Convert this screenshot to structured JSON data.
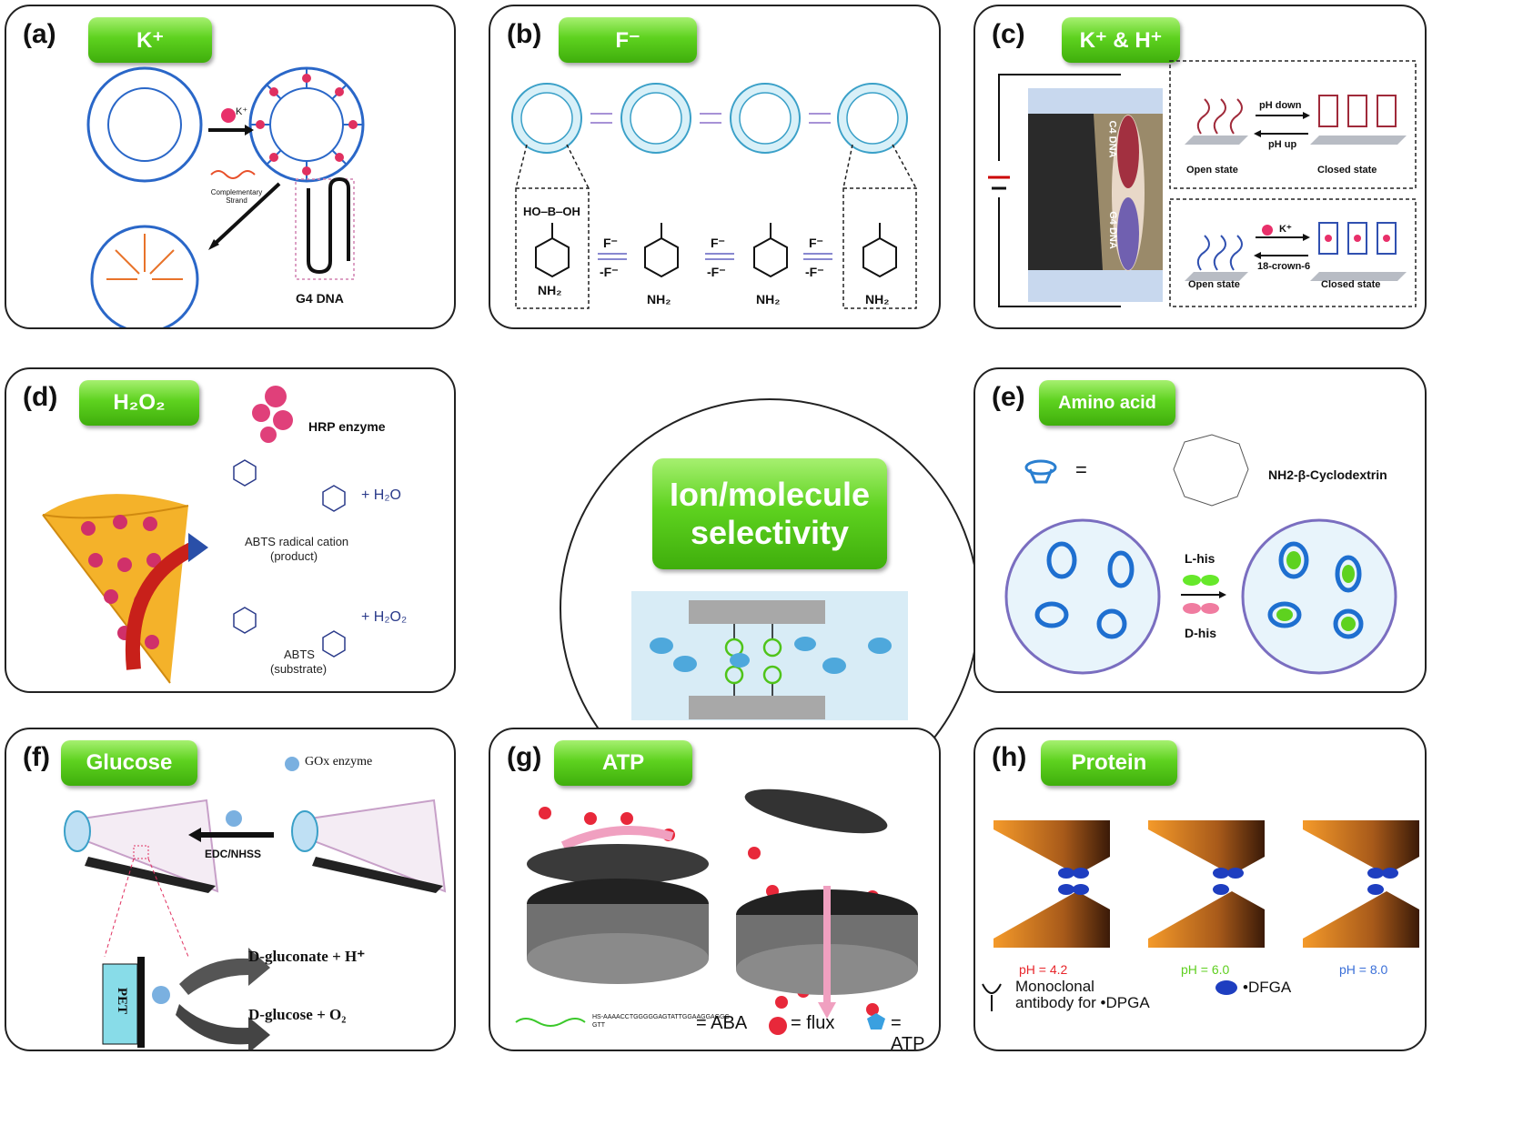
{
  "panels": {
    "a": {
      "label": "(a)",
      "title": "K⁺",
      "ion": "K⁺",
      "strand": "Complementary Strand",
      "g4": "G4 DNA"
    },
    "b": {
      "label": "(b)",
      "title": "F⁻",
      "ho_b_oh": "HO‒B‒OH",
      "nh2": "NH₂",
      "f_minus": "F⁻",
      "minus_f_minus": "-F⁻"
    },
    "c": {
      "label": "(c)",
      "title": "K⁺ & H⁺",
      "c4": "C4 DNA",
      "g4": "G4 DNA",
      "ph_down": "pH down",
      "ph_up": "pH up",
      "open_state": "Open state",
      "closed_state": "Closed state",
      "k_plus": "K⁺",
      "crown": "18-crown-6"
    },
    "d": {
      "label": "(d)",
      "title": "H₂O₂",
      "hrp": "HRP enzyme",
      "product_name": "ABTS radical cation",
      "product_sub": "(product)",
      "substrate_name": "ABTS",
      "substrate_sub": "(substrate)",
      "h2o": "+ H₂O",
      "h2o2": "+ H₂O₂"
    },
    "e": {
      "label": "(e)",
      "title": "Amino acid",
      "equals": "=",
      "cyclodextrin": "NH2-β-Cyclodextrin",
      "l_his": "L-his",
      "d_his": "D-his"
    },
    "f": {
      "label": "(f)",
      "title": "Glucose",
      "gox": "GOx enzyme",
      "edc": "EDC/NHSS",
      "pet": "PET",
      "gluconate": "D-gluconate + H⁺",
      "glucose": "D-glucose + O₂"
    },
    "g": {
      "label": "(g)",
      "title": "ATP",
      "seq": "HS-AAAACCTGGGGGAGTATTGGAAGGAGGCGTT",
      "aba": "= ABA",
      "flux": "= flux",
      "atp": "= ATP"
    },
    "h": {
      "label": "(h)",
      "title": "Protein",
      "ph1": "pH = 4.2",
      "ph2": "pH = 6.0",
      "ph3": "pH = 8.0",
      "antibody": "Monoclonal antibody for •DPGA",
      "dfga": "•DFGA"
    }
  },
  "center": {
    "line1": "Ion/molecule",
    "line2": "selectivity"
  },
  "colors": {
    "green_pill": "#5ed21f",
    "ph1": "#e8262b",
    "ph2": "#5fcf1f",
    "ph3": "#3a6fd8",
    "ring_blue": "#3a7fd0"
  }
}
